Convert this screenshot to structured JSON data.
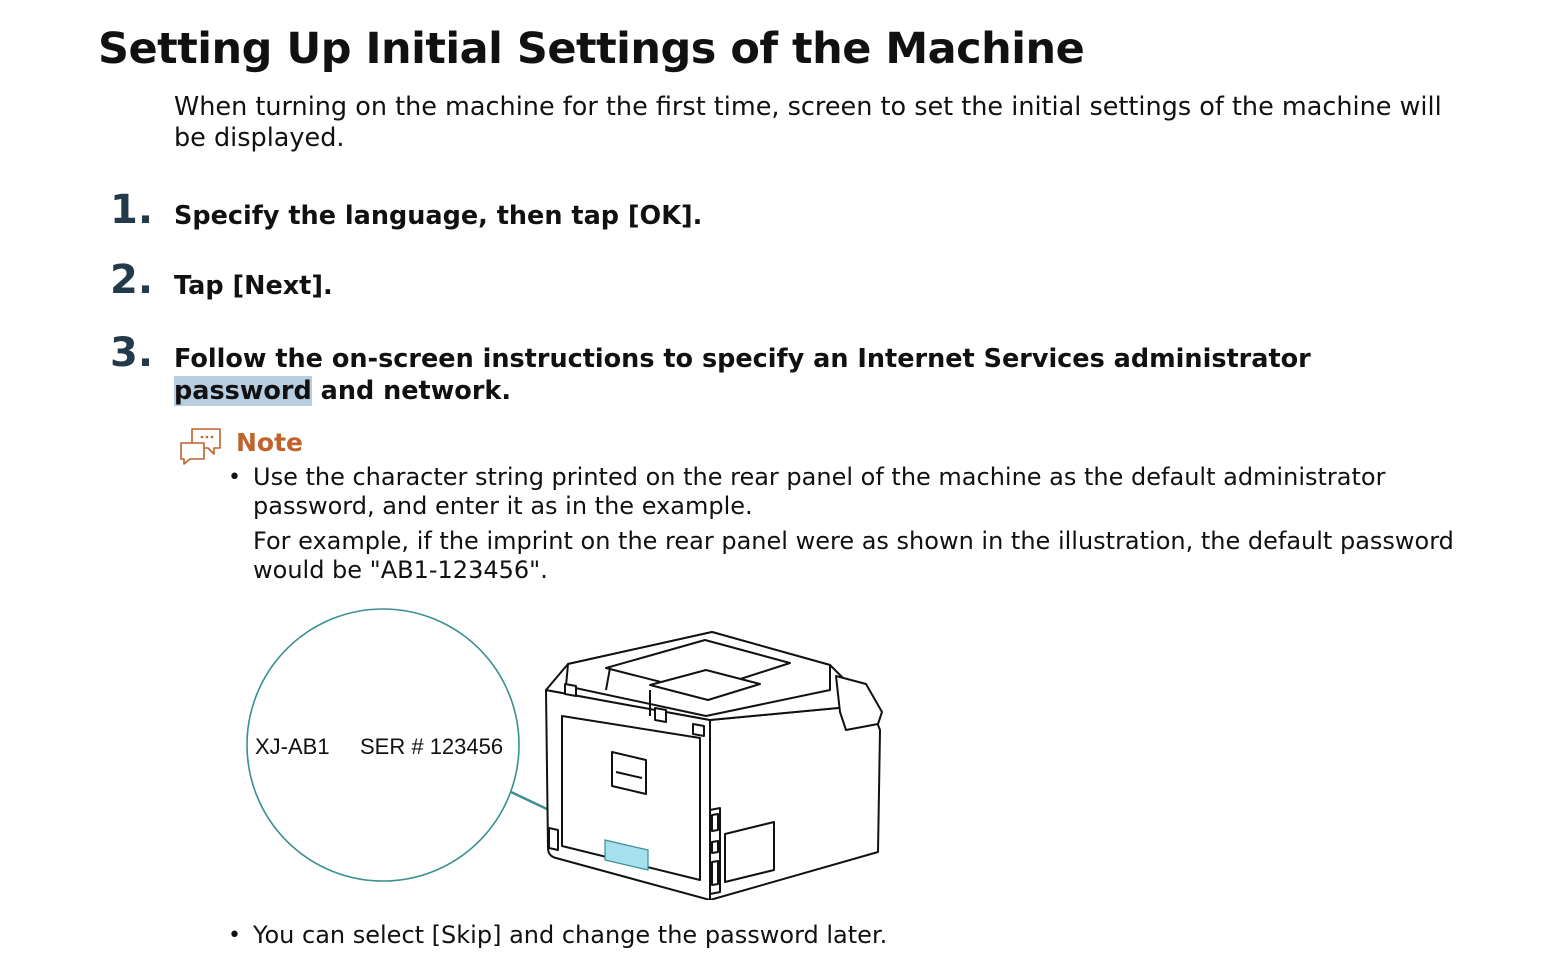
{
  "title": "Setting Up Initial Settings of the Machine",
  "intro": "When turning on the machine for the first time, screen to set the initial settings of the machine will be displayed.",
  "steps": [
    {
      "number": "1.",
      "text": "Specify the language, then tap [OK]."
    },
    {
      "number": "2.",
      "text": "Tap [Next]."
    },
    {
      "number": "3.",
      "text_before": "Follow the on-screen instructions to specify an Internet Services administrator ",
      "text_highlight": "password",
      "text_after": " and network."
    }
  ],
  "note": {
    "label": "Note",
    "icon": "chat-bubbles-icon",
    "bullet_symbol": "•",
    "bullets": [
      {
        "paragraphs": [
          "Use the character string printed on the rear panel of the machine as the default administrator password, and enter it as in the example.",
          "For example, if the imprint on the rear panel were as shown in the illustration, the default password would be \"AB1-123456\"."
        ]
      },
      {
        "paragraphs": [
          "You can select [Skip] and change the password later."
        ]
      }
    ]
  },
  "illustration": {
    "model_label": "XJ-AB1",
    "serial_label": "SER # 123456",
    "callout_color": "#3a8f90",
    "label_fill_color": "#a6e0ef"
  }
}
